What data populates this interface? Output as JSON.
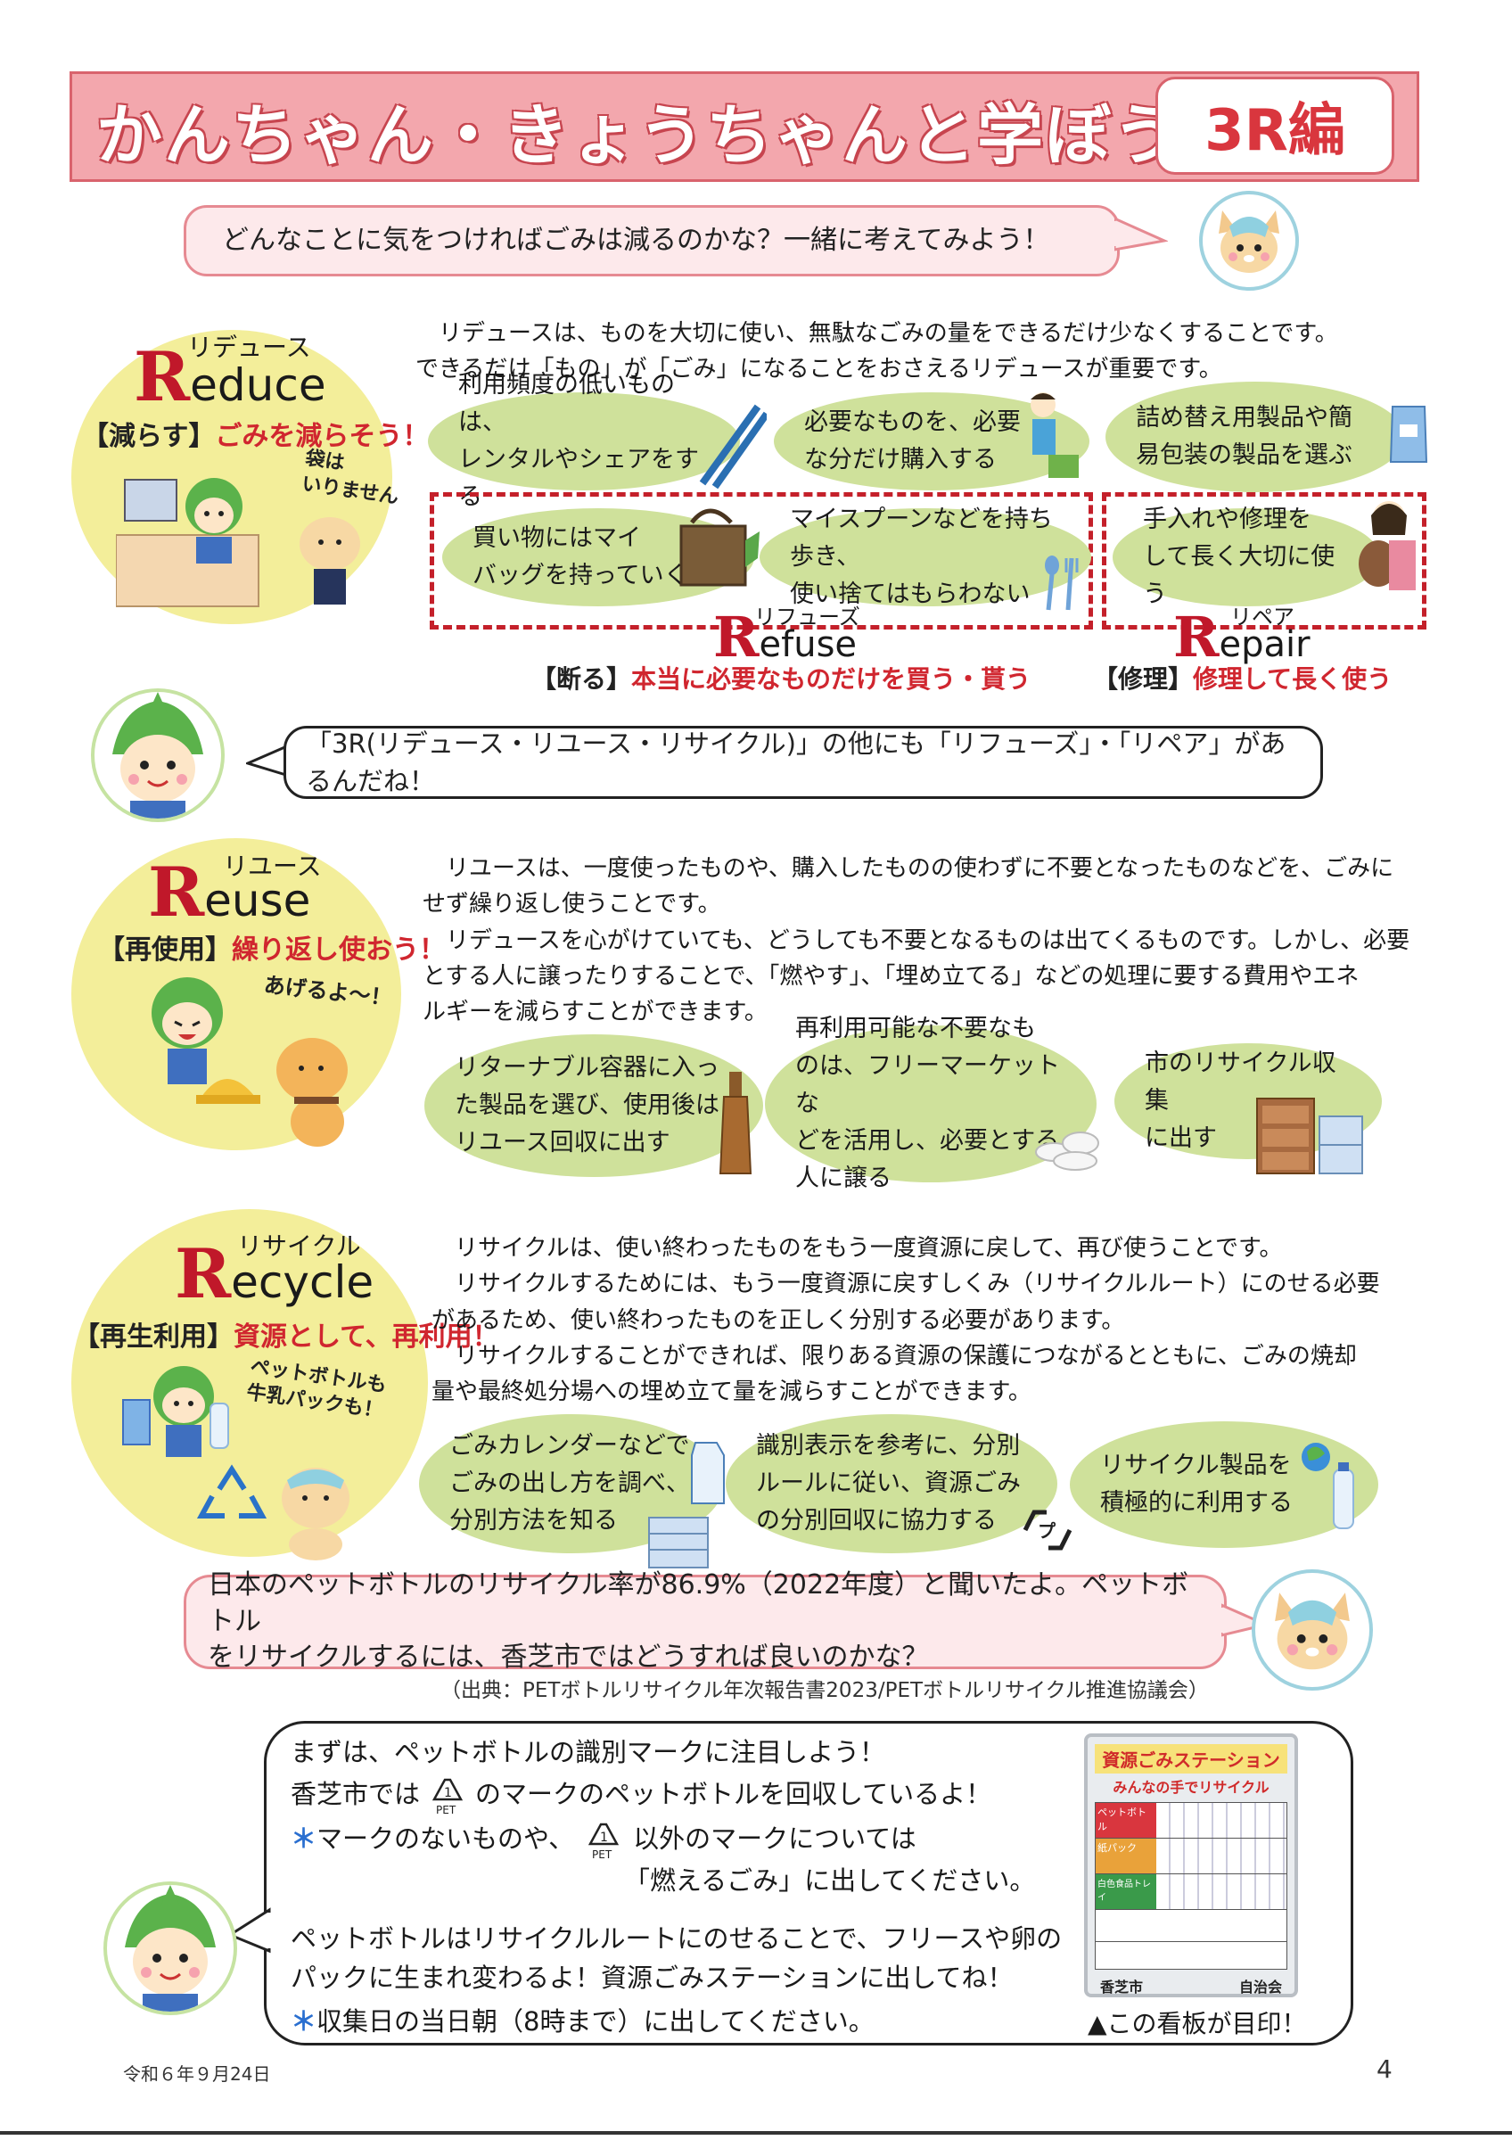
{
  "title": {
    "main": "かんちゃん・きょうちゃんと学ぼう！",
    "badge": "3R編"
  },
  "intro_bubble": "どんなことに気をつければごみは減るのかな？一緒に考えてみよう！",
  "reduce": {
    "kana": "リデュース",
    "letter": "R",
    "rest": "educe",
    "tag_bracket": "【減らす】",
    "tag_text": "ごみを減らそう！",
    "speech": [
      "袋は",
      "いりません"
    ],
    "paragraph": [
      "リデュースは、ものを大切に使い、無駄なごみの量をできるだけ少なくすることです。",
      "できるだけ「もの」が「ごみ」になることをおさえるリデュースが重要です。"
    ],
    "items": [
      [
        "利用頻度の低いものは、",
        "レンタルやシェアをする"
      ],
      [
        "必要なものを、必要",
        "な分だけ購入する"
      ],
      [
        "詰め替え用製品や簡",
        "易包装の製品を選ぶ"
      ]
    ]
  },
  "refuse": {
    "kana": "リフューズ",
    "letter": "R",
    "rest": "efuse",
    "tag_bracket": "【断る】",
    "tag_text": "本当に必要なものだけを買う・貰う",
    "items": [
      [
        "買い物にはマイ",
        "バッグを持っていく"
      ],
      [
        "マイスプーンなどを持ち歩き、",
        "使い捨てはもらわない"
      ]
    ]
  },
  "repair": {
    "kana": "リペア",
    "letter": "R",
    "rest": "epair",
    "tag_bracket": "【修理】",
    "tag_text": "修理して長く使う",
    "items": [
      [
        "手入れや修理を",
        "して長く大切に使う"
      ]
    ]
  },
  "bubble_3r": "「3R(リデュース・リユース・リサイクル)」の他にも「リフューズ」・「リペア」があるんだね！",
  "reuse": {
    "kana": "リユース",
    "letter": "R",
    "rest": "euse",
    "tag_bracket": "【再使用】",
    "tag_text": "繰り返し使おう！",
    "speech": "あげるよ～！",
    "paragraph": [
      "リユースは、一度使ったものや、購入したものの使わずに不要となったものなどを、ごみに",
      "せず繰り返し使うことです。",
      "リデュースを心がけていても、どうしても不要となるものは出てくるものです。しかし、必要",
      "とする人に譲ったりすることで、「燃やす」、「埋め立てる」などの処理に要する費用やエネ",
      "ルギーを減らすことができます。"
    ],
    "items": [
      [
        "リターナブル容器に入っ",
        "た製品を選び、使用後は",
        "リユース回収に出す"
      ],
      [
        "再利用可能な不要なも",
        "のは、フリーマーケットな",
        "どを活用し、必要とする",
        "人に譲る"
      ],
      [
        "市のリサイクル収集",
        "に出す"
      ]
    ]
  },
  "recycle": {
    "kana": "リサイクル",
    "letter": "R",
    "rest": "ecycle",
    "tag_bracket": "【再生利用】",
    "tag_text": "資源として、再利用！",
    "speech": [
      "ペットボトルも",
      "牛乳パックも！"
    ],
    "paragraph": [
      "リサイクルは、使い終わったものをもう一度資源に戻して、再び使うことです。",
      "リサイクルするためには、もう一度資源に戻すしくみ（リサイクルルート）にのせる必要",
      "があるため、使い終わったものを正しく分別する必要があります。",
      "リサイクルすることができれば、限りある資源の保護につながるとともに、ごみの焼却",
      "量や最終処分場への埋め立て量を減らすことができます。"
    ],
    "items": [
      [
        "ごみカレンダーなどで",
        "ごみの出し方を調べ、",
        "分別方法を知る"
      ],
      [
        "識別表示を参考に、分別",
        "ルールに従い、資源ごみ",
        "の分別回収に協力する"
      ],
      [
        "リサイクル製品を",
        "積極的に利用する"
      ]
    ]
  },
  "pet_bubble": [
    "日本のペットボトルのリサイクル率が86.9%（2022年度）と聞いたよ。ペットボトル",
    "をリサイクルするには、香芝市ではどうすれば良いのかな？"
  ],
  "source_note": "（出典：PETボトルリサイクル年次報告書2023/PETボトルリサイクル推進協議会）",
  "final_bubble": {
    "line1": "まずは、ペットボトルの識別マークに注目しよう！",
    "line2_pre": "香芝市では",
    "line2_post": "のマークのペットボトルを回収しているよ！",
    "line3_pre": "マークのないものや、",
    "line3_post": "以外のマークについては",
    "line4": "「燃えるごみ」に出してください。",
    "line5": "ペットボトルはリサイクルルートにのせることで、フリースや卵の",
    "line6": "パックに生まれ変わるよ！資源ごみステーションに出してね！",
    "line7": "収集日の当日朝（8時まで）に出してください。",
    "pet_mark": "PET",
    "asterisk": "＊"
  },
  "sign": {
    "title": "資源ごみステーション",
    "subtitle": "みんなの手でリサイクル",
    "rows": [
      "ペットボトル",
      "紙パック",
      "白色食品トレイ"
    ],
    "footer_left": "香芝市",
    "footer_right": "自治会",
    "caption": "▲この看板が目印！"
  },
  "footer": {
    "date": "令和６年９月24日",
    "page": "4"
  },
  "colors": {
    "accent_red": "#d0262f",
    "title_pink": "#f3a7ad",
    "oval_green": "#cfe19b",
    "circle_yellow": "#f3ee9a"
  }
}
